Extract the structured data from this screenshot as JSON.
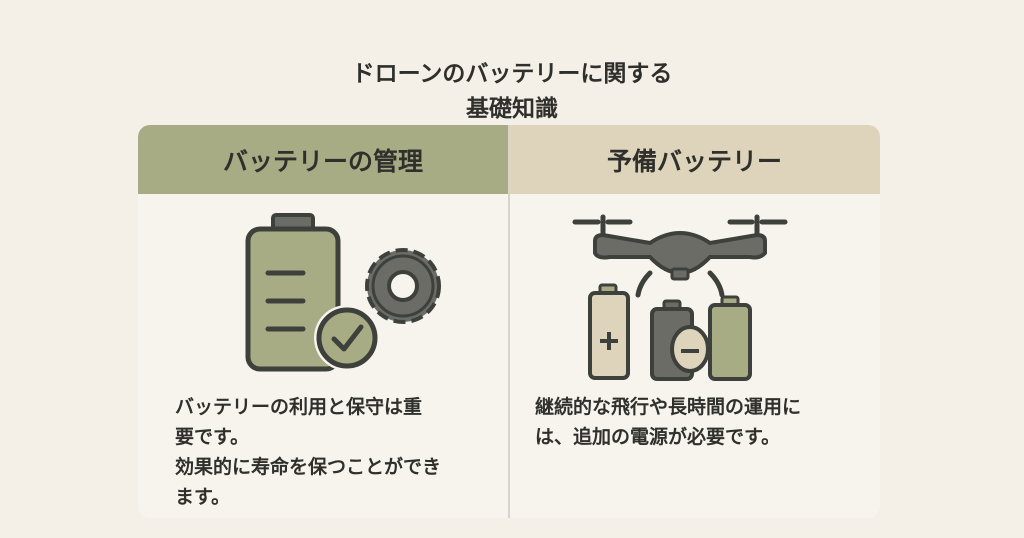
{
  "title": {
    "line1": "ドローンのバッテリーに関する",
    "line2": "基礎知識"
  },
  "sections": [
    {
      "heading": "バッテリーの管理",
      "icon": "battery-gear-check-icon",
      "body": "バッテリーの利用と保守は重\n要です。\n効果的に寿命を保つことができ\nます。"
    },
    {
      "heading": "予備バッテリー",
      "icon": "drone-spare-batteries-icon",
      "body": "継続的な飛行や長時間の運用に\nは、追加の電源が必要です。"
    }
  ],
  "colors": {
    "background": "#f4efe7",
    "olive": "#a8ac85",
    "sand": "#ddd4bb",
    "dark": "#3e403b"
  }
}
